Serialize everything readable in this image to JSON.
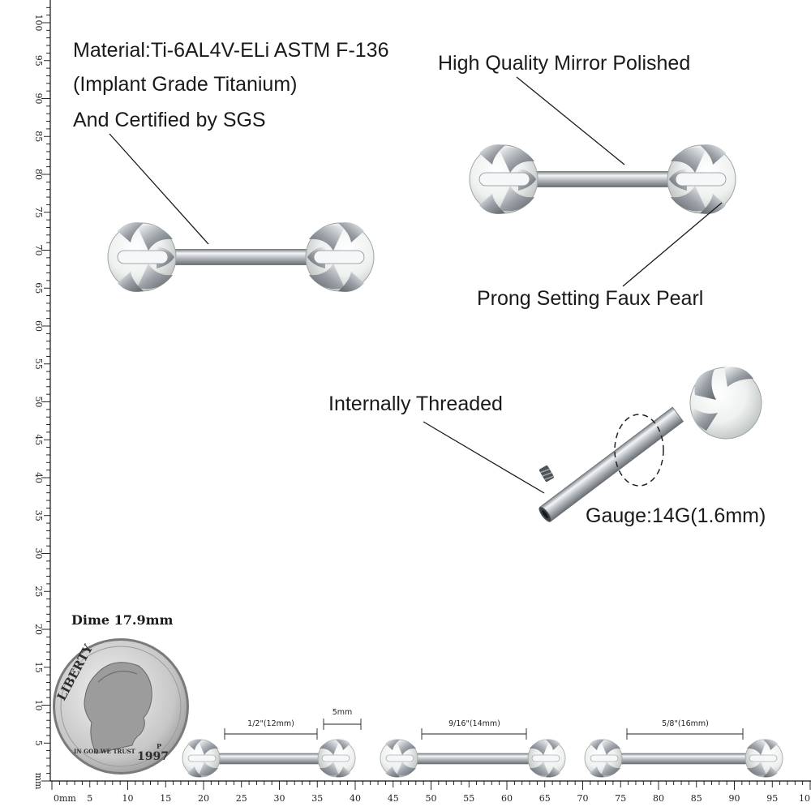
{
  "callouts": {
    "material_line1": "Material:Ti-6AL4V-ELi ASTM F-136",
    "material_line2": "(Implant Grade Titanium)",
    "material_line3": "And Certified by SGS",
    "mirror": "High Quality Mirror Polished",
    "prong": "Prong Setting Faux Pearl",
    "threaded": "Internally Threaded",
    "gauge": "Gauge:14G(1.6mm)"
  },
  "dime": {
    "label": "Dime 17.9mm",
    "word": "LIBERTY",
    "motto": "IN GOD WE TRUST",
    "year": "1997",
    "mint": "P"
  },
  "sizes": {
    "a": "1/2\"(12mm)",
    "ball": "5mm",
    "b": "9/16\"(14mm)",
    "c": "5/8\"(16mm)"
  },
  "ruler": {
    "unit": "mm",
    "x_labels": [
      "0mm",
      "5",
      "10",
      "15",
      "20",
      "25",
      "30",
      "35",
      "40",
      "45",
      "50",
      "55",
      "60",
      "65",
      "70",
      "75",
      "80",
      "85",
      "90",
      "95",
      "10"
    ],
    "y_labels": [
      "mm",
      "5",
      "10",
      "15",
      "20",
      "25",
      "30",
      "35",
      "40",
      "45",
      "50",
      "55",
      "60",
      "65",
      "70",
      "75",
      "80",
      "85",
      "90",
      "95",
      "100"
    ]
  },
  "colors": {
    "metal_dark": "#6f747a",
    "metal_light": "#f2f4f6",
    "pearl": "#eef1ef",
    "ink": "#1a1a1a"
  }
}
